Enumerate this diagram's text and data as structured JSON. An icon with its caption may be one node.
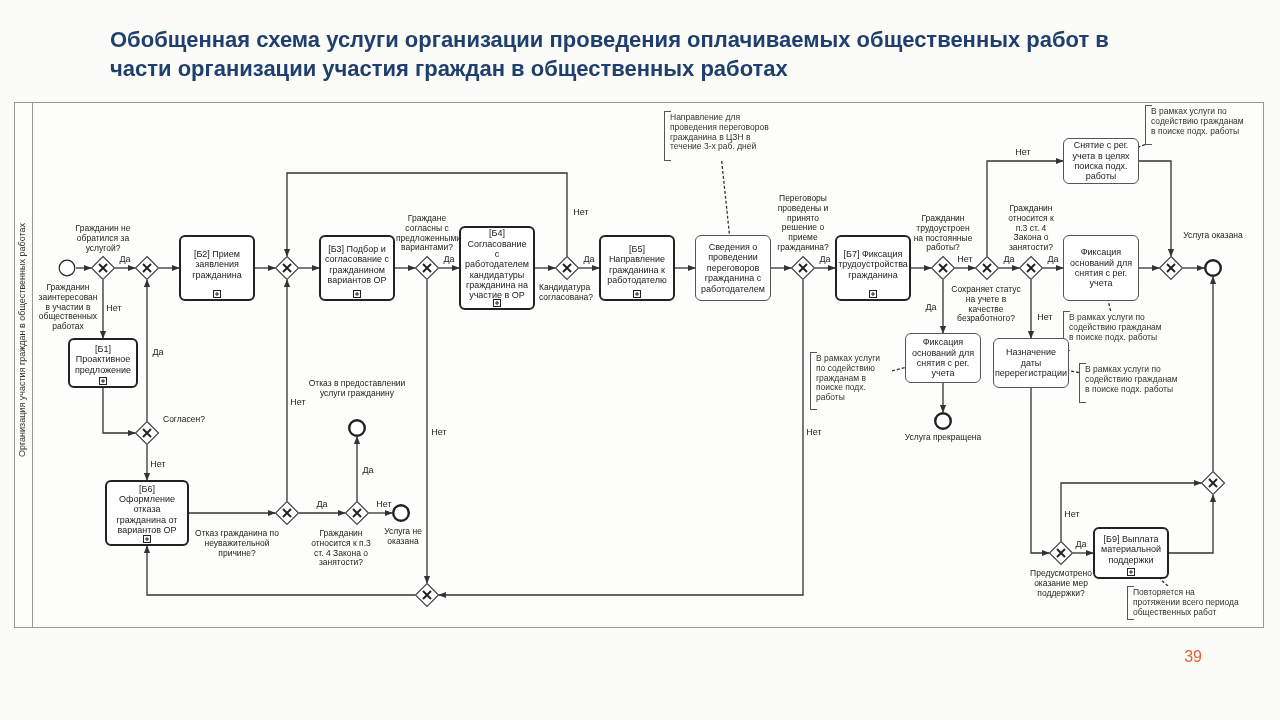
{
  "diagram": {
    "title": "Обобщенная схема услуги организации проведения оплачиваемых общественных работ в части организации участия граждан в общественных работах",
    "nodes": [
      {
        "text": [
          "Организация участия граждан в общественных работах"
        ]
      },
      {
        "text": [
          "Гражданин заинтересован в участии в общественных работах"
        ],
        "in": 0
      },
      {
        "text": [
          "Гражданин не обратился за услугой?"
        ],
        "in": 0
      },
      {
        "text": [],
        "shape": "diamond",
        "in": 0
      },
      {
        "text": [
          "[Б2] Прием заявления гражданина"
        ],
        "in": 0
      },
      {
        "text": [],
        "shape": "diamond",
        "in": 0
      },
      {
        "text": [
          "[Б3] Подбор и согласование с гражданином вариантов ОР"
        ],
        "in": 0
      },
      {
        "text": [
          "Граждане согласны с предложенными вариантами?"
        ],
        "in": 0
      },
      {
        "text": [
          "[Б4] Согласование с работодателем кандидатуры гражданина на участие в ОР"
        ],
        "in": 0
      },
      {
        "text": [
          "Кандидатура согласована?"
        ],
        "in": 0
      },
      {
        "text": [
          "[Б5] Направление гражданина к работодателю"
        ],
        "in": 0
      },
      {
        "text": [
          "Направление для проведения переговоров гражданина в ЦЗН в течение 3-х раб. дней"
        ],
        "in": 0
      },
      {
        "text": [
          "Сведения о проведении переговоров гражданина с работодателем"
        ],
        "in": 0
      },
      {
        "text": [
          "Переговоры проведены и принято решение о приеме гражданина?"
        ],
        "in": 0
      },
      {
        "text": [
          "[Б7] Фиксация трудоустройства гражданина"
        ],
        "in": 0
      },
      {
        "text": [
          "Гражданин трудоустроен на постоянные работы?"
        ],
        "in": 0
      },
      {
        "text": [
          "В рамках услуги по содействию гражданам в поиске подх. работы"
        ],
        "in": 0
      },
      {
        "text": [
          "Фиксация оснований для снятия с рег. учета"
        ],
        "in": 0
      },
      {
        "text": [
          "Услуга прекращена"
        ],
        "in": 0
      },
      {
        "text": [
          "Сохраняет статус на учете в качестве безработного?"
        ],
        "in": 0
      },
      {
        "text": [
          "В рамках услуги по содействию гражданам в поиске подх. работы"
        ],
        "in": 0
      },
      {
        "text": [
          "Снятие с рег. учета в целях поиска подх. работы"
        ],
        "in": 0
      },
      {
        "text": [
          "Гражданин относится к п.3 ст. 4 Закона о занятости?"
        ],
        "in": 0
      },
      {
        "text": [
          "Фиксация оснований для снятия с рег. учета"
        ],
        "in": 0
      },
      {
        "text": [
          "В рамках услуги по содействию гражданам в поиске подх. работы"
        ],
        "in": 0
      },
      {
        "text": [],
        "shape": "diamond",
        "in": 0
      },
      {
        "text": [
          "Услуга оказана"
        ],
        "in": 0
      },
      {
        "text": [
          "Назначение даты перерегистрации"
        ],
        "in": 0
      },
      {
        "text": [
          "В рамках услуги по содействию гражданам в поиске подх. работы"
        ],
        "in": 0
      },
      {
        "text": [],
        "shape": "diamond",
        "in": 0
      },
      {
        "text": [
          "Предусмотрено оказание мер поддержки?"
        ],
        "in": 0
      },
      {
        "text": [
          "[Б9] Выплата материальной поддержки"
        ],
        "in": 0
      },
      {
        "text": [
          "Повторяется на протяжении всего периода общественных работ"
        ],
        "in": 0
      },
      {
        "text": [
          "[Б1] Проактивное предложение"
        ],
        "in": 0
      },
      {
        "text": [
          "Согласен?"
        ],
        "in": 0
      },
      {
        "text": [
          "[Б6] Оформление отказа гражданина от вариантов ОР"
        ],
        "in": 0
      },
      {
        "text": [
          "Отказ гражданина по неуважительной причине?"
        ],
        "in": 0
      },
      {
        "text": [
          "Отказ в предоставлении услуги гражданину"
        ],
        "in": 0
      },
      {
        "text": [
          "Гражданин относится к п.3 ст. 4 Закона о занятости?"
        ],
        "in": 0
      },
      {
        "text": [
          "Услуга не оказана"
        ],
        "in": 0
      },
      {
        "text": [],
        "shape": "diamond",
        "in": 0
      }
    ],
    "edges": [
      {
        "from": 1,
        "to": 2,
        "arrow": "to"
      },
      {
        "from": 2,
        "to": 3,
        "arrow": "to",
        "label": "Да"
      },
      {
        "from": 2,
        "to": 33,
        "arrow": "to",
        "label": "Нет"
      },
      {
        "from": 33,
        "to": 34,
        "arrow": "to"
      },
      {
        "from": 34,
        "to": 3,
        "arrow": "to",
        "label": "Да"
      },
      {
        "from": 34,
        "to": 35,
        "arrow": "to",
        "label": "Нет"
      },
      {
        "from": 3,
        "to": 4,
        "arrow": "to"
      },
      {
        "from": 4,
        "to": 5,
        "arrow": "to"
      },
      {
        "from": 5,
        "to": 6,
        "arrow": "to"
      },
      {
        "from": 6,
        "to": 7,
        "arrow": "to"
      },
      {
        "from": 7,
        "to": 8,
        "arrow": "to",
        "label": "Да"
      },
      {
        "from": 7,
        "to": 40,
        "arrow": "to",
        "label": "Нет"
      },
      {
        "from": 8,
        "to": 9,
        "arrow": "to"
      },
      {
        "from": 9,
        "to": 5,
        "arrow": "to",
        "label": "Нет"
      },
      {
        "from": 9,
        "to": 10,
        "arrow": "to",
        "label": "Да"
      },
      {
        "from": 10,
        "to": 12,
        "arrow": "to"
      },
      {
        "from": 11,
        "to": 12,
        "arrow": "none",
        "style": "dashed"
      },
      {
        "from": 12,
        "to": 13,
        "arrow": "to"
      },
      {
        "from": 13,
        "to": 14,
        "arrow": "to",
        "label": "Да"
      },
      {
        "from": 13,
        "to": 40,
        "arrow": "to",
        "label": "Нет"
      },
      {
        "from": 40,
        "to": 35,
        "arrow": "to"
      },
      {
        "from": 35,
        "to": 36,
        "arrow": "to"
      },
      {
        "from": 36,
        "to": 5,
        "arrow": "to",
        "label": "Нет"
      },
      {
        "from": 36,
        "to": 38,
        "arrow": "to",
        "label": "Да"
      },
      {
        "from": 38,
        "to": 37,
        "arrow": "to",
        "label": "Да"
      },
      {
        "from": 38,
        "to": 39,
        "arrow": "to",
        "label": "Нет"
      },
      {
        "from": 14,
        "to": 15,
        "arrow": "to"
      },
      {
        "from": 15,
        "to": 17,
        "arrow": "to",
        "label": "Да"
      },
      {
        "from": 16,
        "to": 17,
        "arrow": "none",
        "style": "dashed"
      },
      {
        "from": 17,
        "to": 18,
        "arrow": "to"
      },
      {
        "from": 15,
        "to": 19,
        "arrow": "to",
        "label": "Нет"
      },
      {
        "from": 19,
        "to": 21,
        "arrow": "to",
        "label": "Нет"
      },
      {
        "from": 19,
        "to": 22,
        "arrow": "to",
        "label": "Да"
      },
      {
        "from": 20,
        "to": 21,
        "arrow": "none",
        "style": "dashed"
      },
      {
        "from": 22,
        "to": 23,
        "arrow": "to",
        "label": "Да"
      },
      {
        "from": 24,
        "to": 23,
        "arrow": "none",
        "style": "dashed"
      },
      {
        "from": 22,
        "to": 27,
        "arrow": "to",
        "label": "Нет"
      },
      {
        "from": 28,
        "to": 27,
        "arrow": "none",
        "style": "dashed"
      },
      {
        "from": 21,
        "to": 25,
        "arrow": "to"
      },
      {
        "from": 23,
        "to": 25,
        "arrow": "to"
      },
      {
        "from": 25,
        "to": 26,
        "arrow": "to"
      },
      {
        "from": 27,
        "to": 30,
        "arrow": "to"
      },
      {
        "from": 30,
        "to": 31,
        "arrow": "to",
        "label": "Да"
      },
      {
        "from": 30,
        "to": 29,
        "arrow": "to",
        "label": "Нет"
      },
      {
        "from": 32,
        "to": 31,
        "arrow": "none",
        "style": "dashed"
      },
      {
        "from": 31,
        "to": 29,
        "arrow": "to"
      },
      {
        "from": 29,
        "to": 26,
        "arrow": "to"
      }
    ],
    "labels": [
      "39"
    ]
  }
}
